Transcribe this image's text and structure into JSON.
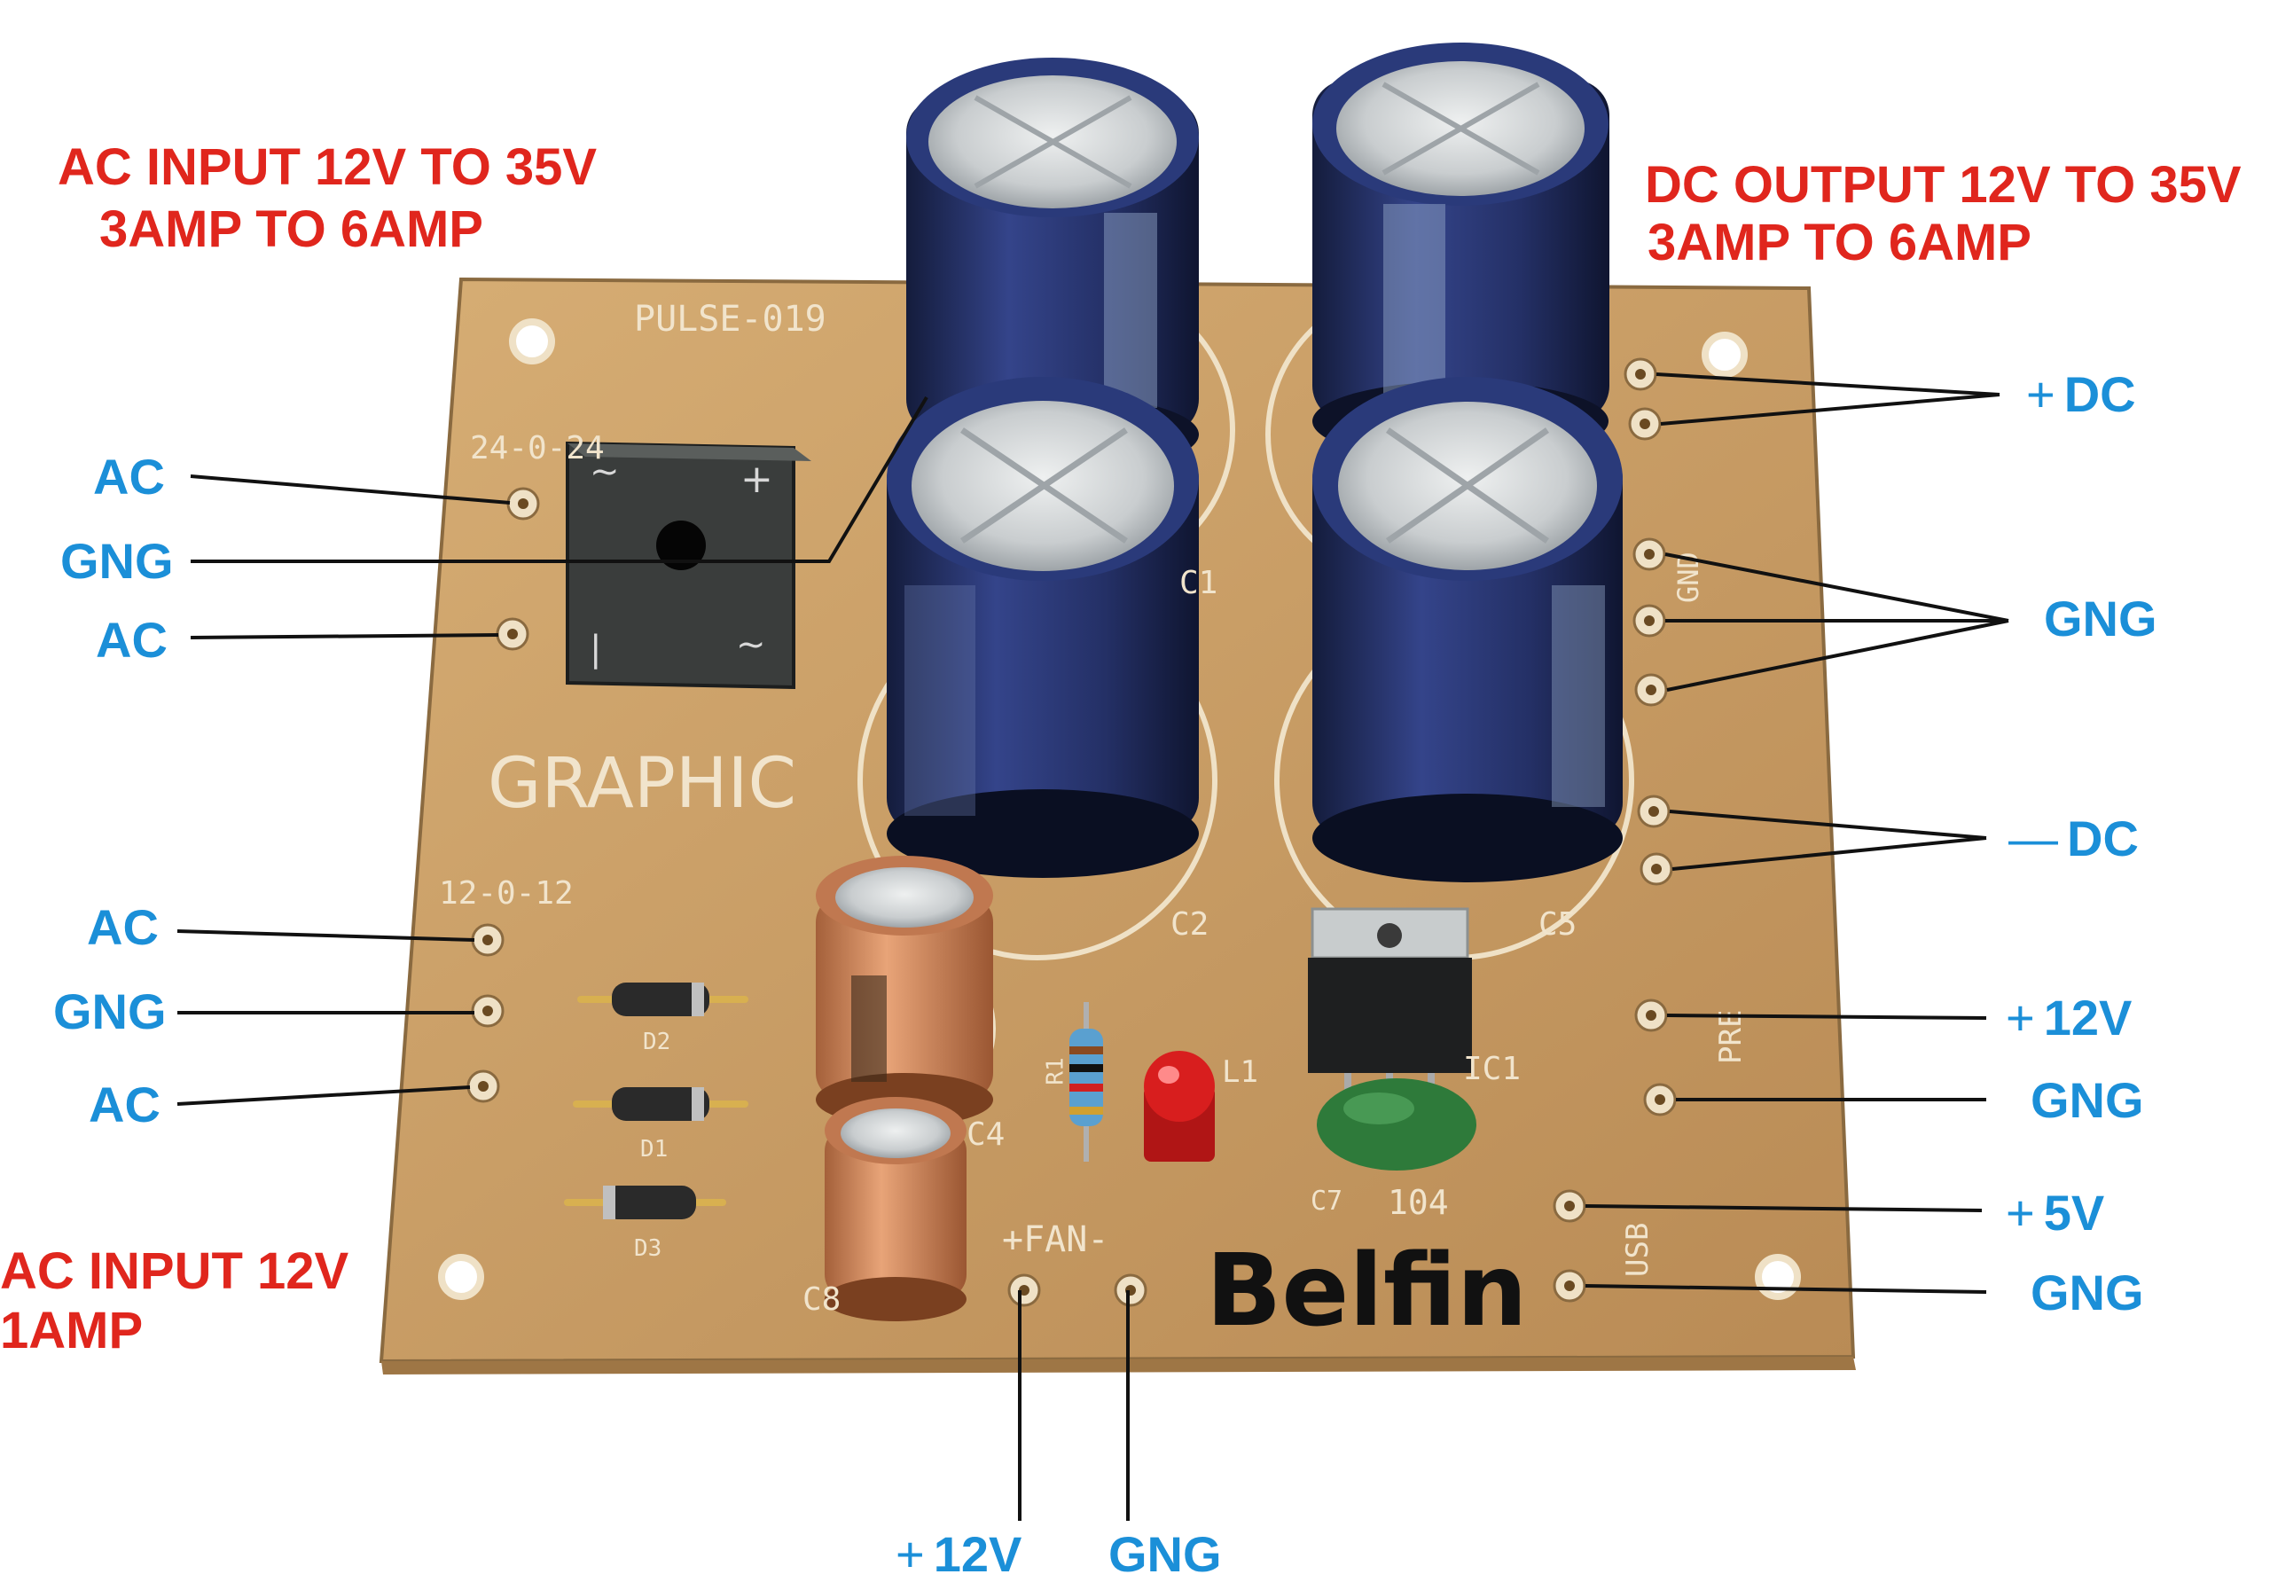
{
  "annotations": {
    "ac_input_main": [
      "AC INPUT 12V TO 35V",
      "3AMP TO 6AMP"
    ],
    "dc_output": [
      "DC OUTPUT 12V TO 35V",
      "3AMP TO 6AMP"
    ],
    "ac_input_aux": [
      "AC INPUT 12V",
      "1AMP"
    ]
  },
  "left_labels": {
    "bridge": [
      "AC",
      "GNG",
      "AC"
    ],
    "aux": [
      "AC",
      "GNG",
      "AC"
    ]
  },
  "right_labels": {
    "plus_dc": {
      "sign": "+",
      "text": "DC"
    },
    "gnd": "GNG",
    "minus_dc": {
      "sign": "—",
      "text": "DC"
    },
    "pre_plus": {
      "sign": "+",
      "text": "12V"
    },
    "pre_gnd": "GNG",
    "usb_plus": {
      "sign": "+",
      "text": "5V"
    },
    "usb_gnd": "GNG"
  },
  "bottom_labels": {
    "fan_plus": {
      "sign": "+",
      "text": "12V"
    },
    "fan_gnd": "GNG"
  },
  "board": {
    "model": "PULSE-019",
    "brand_graphic": "GRAPHIC",
    "brand": "Belfin",
    "silk_24": "24-0-24",
    "silk_12": "12-0-12",
    "silk_gnd": "GND",
    "silk_pre": "PRE",
    "silk_usb": "USB",
    "silk_fan": "+FAN-",
    "silk_104": "104",
    "refs": {
      "c1": "C1",
      "c2": "C2",
      "c5": "C5",
      "c4": "C4",
      "c7": "C7",
      "c8": "C8",
      "d1": "D1",
      "d2": "D2",
      "d3": "D3",
      "r1": "R1",
      "ic1": "IC1",
      "l1": "L1"
    }
  },
  "colors": {
    "annotation_red": "#e0261d",
    "annotation_blue": "#1b8fd8",
    "pcb": "#c49a63",
    "silkscreen": "#f1e4cc",
    "capacitor_blue": "#2d3c78",
    "capacitor_orange": "#d38a5c",
    "led_red": "#d81e1e",
    "cap_green": "#2e7a3a"
  }
}
